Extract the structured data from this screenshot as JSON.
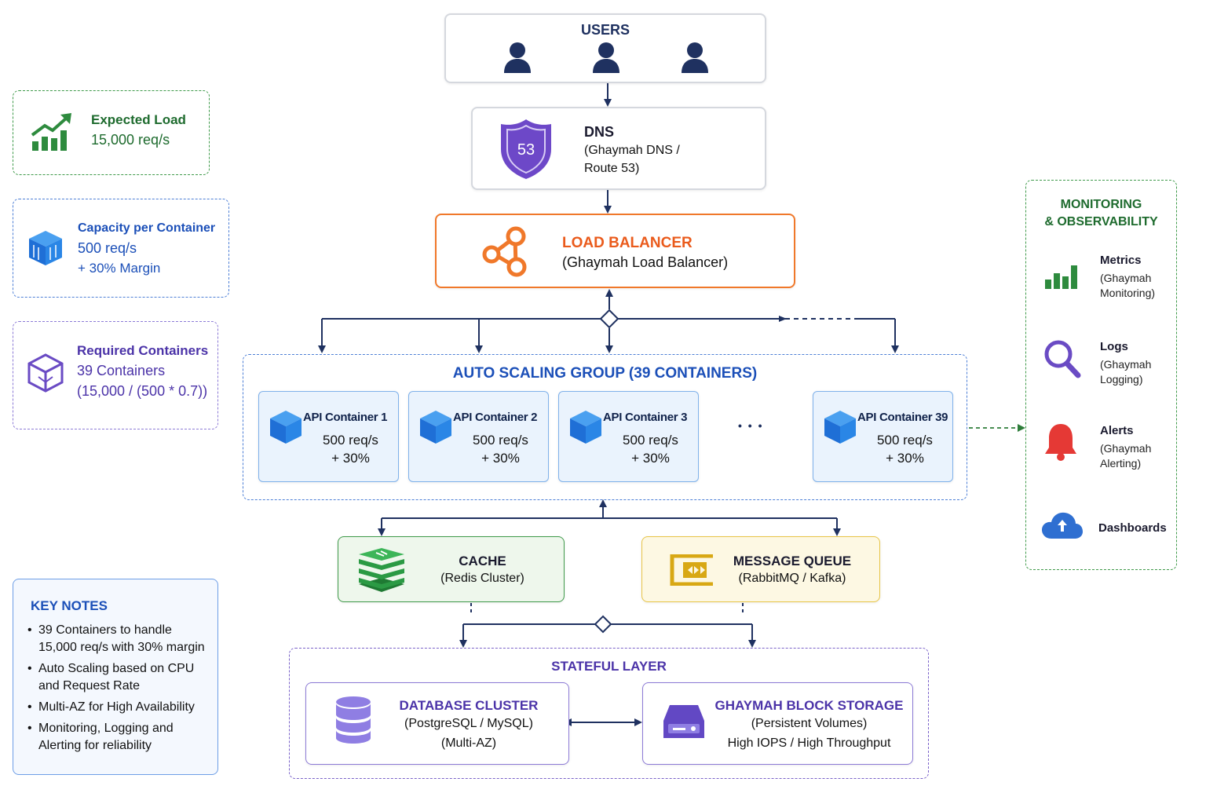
{
  "users": {
    "title": "USERS"
  },
  "dns": {
    "title": "DNS",
    "line1": "(Ghaymah DNS /",
    "line2": "Route 53)",
    "badge": "53"
  },
  "load_balancer": {
    "title": "LOAD BALANCER",
    "subtitle": "(Ghaymah Load Balancer)"
  },
  "auto_scaling": {
    "title": "AUTO SCALING GROUP (39 CONTAINERS)",
    "ellipsis": "• • •",
    "containers": [
      {
        "name": "API Container 1",
        "rate": "500 req/s",
        "margin": "+ 30%"
      },
      {
        "name": "API Container 2",
        "rate": "500 req/s",
        "margin": "+ 30%"
      },
      {
        "name": "API Container 3",
        "rate": "500 req/s",
        "margin": "+ 30%"
      },
      {
        "name": "API Container 39",
        "rate": "500 req/s",
        "margin": "+ 30%"
      }
    ]
  },
  "cache": {
    "title": "CACHE",
    "subtitle": "(Redis Cluster)"
  },
  "queue": {
    "title": "MESSAGE QUEUE",
    "subtitle": "(RabbitMQ / Kafka)"
  },
  "stateful": {
    "title": "STATEFUL LAYER",
    "database": {
      "title": "DATABASE CLUSTER",
      "line1": "(PostgreSQL / MySQL)",
      "line2": "(Multi-AZ)"
    },
    "storage": {
      "title": "GHAYMAH BLOCK STORAGE",
      "line1": "(Persistent Volumes)",
      "line2": "High IOPS / High Throughput"
    }
  },
  "expected_load": {
    "title": "Expected Load",
    "value": "15,000 req/s"
  },
  "capacity": {
    "title": "Capacity per Container",
    "value": "500 req/s",
    "margin": "+ 30% Margin"
  },
  "required": {
    "title": "Required Containers",
    "value": "39 Containers",
    "formula": "(15,000 / (500 * 0.7))"
  },
  "key_notes": {
    "title": "KEY NOTES",
    "items": [
      {
        "line1": "39 Containers to handle",
        "line2": "15,000 req/s with 30% margin"
      },
      {
        "line1": "Auto Scaling based on CPU",
        "line2": "and Request Rate"
      },
      {
        "line1": "Multi-AZ for High Availability",
        "line2": ""
      },
      {
        "line1": "Monitoring, Logging and",
        "line2": "Alerting for reliability"
      }
    ]
  },
  "monitoring": {
    "title_line1": "MONITORING",
    "title_line2": "& OBSERVABILITY",
    "items": [
      {
        "title": "Metrics",
        "line1": "(Ghaymah",
        "line2": "Monitoring)",
        "icon": "bar-chart-icon"
      },
      {
        "title": "Logs",
        "line1": "(Ghaymah",
        "line2": "Logging)",
        "icon": "magnifier-icon"
      },
      {
        "title": "Alerts",
        "line1": "(Ghaymah",
        "line2": "Alerting)",
        "icon": "bell-icon"
      },
      {
        "title": "Dashboards",
        "line1": "",
        "line2": "",
        "icon": "cloud-icon"
      }
    ]
  },
  "colors": {
    "navy": "#1f3160",
    "orange": "#f0782a",
    "green": "#2e8b3e",
    "blue": "#2f6fd1",
    "purple": "#6a4bc4",
    "yellow": "#e8c547"
  }
}
